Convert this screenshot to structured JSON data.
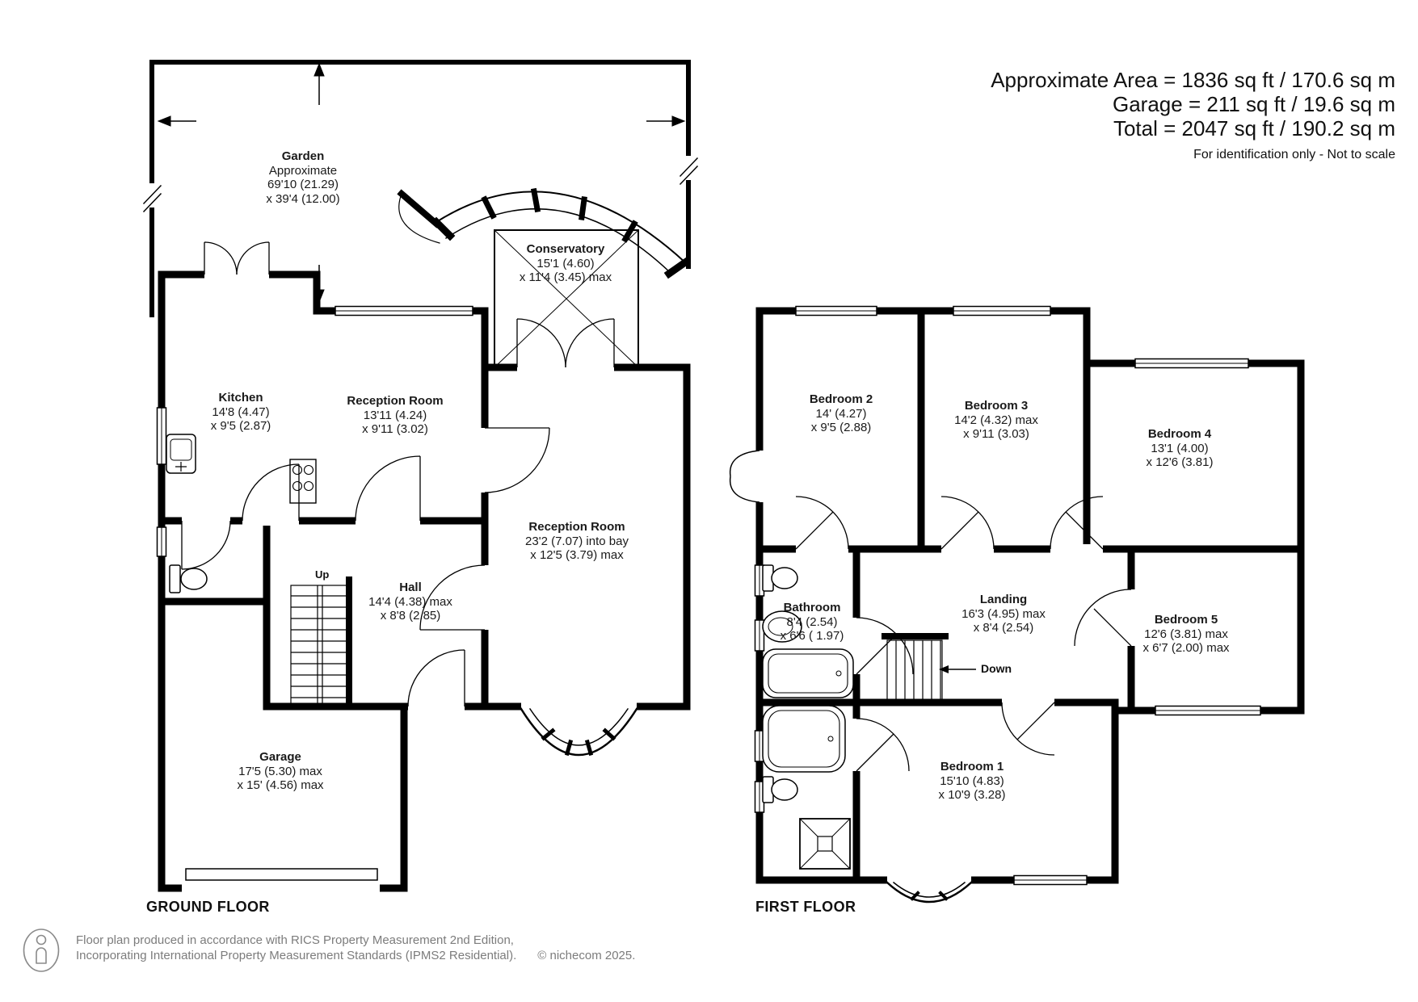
{
  "header": {
    "line1": "Approximate Area = 1836 sq ft / 170.6 sq m",
    "line2": "Garage = 211 sq ft / 19.6 sq m",
    "line3": "Total = 2047 sq ft / 190.2 sq m",
    "note": "For identification only - Not to scale"
  },
  "floors": {
    "ground_label": "GROUND FLOOR",
    "first_label": "FIRST FLOOR"
  },
  "rooms": {
    "garden": {
      "name": "Garden",
      "l1": "Approximate",
      "l2": "69'10 (21.29)",
      "l3": "x 39'4 (12.00)"
    },
    "conservatory": {
      "name": "Conservatory",
      "l1": "15'1 (4.60)",
      "l2": "x 11'4 (3.45) max"
    },
    "kitchen": {
      "name": "Kitchen",
      "l1": "14'8 (4.47)",
      "l2": "x 9'5 (2.87)"
    },
    "reception1": {
      "name": "Reception Room",
      "l1": "13'11 (4.24)",
      "l2": "x 9'11 (3.02)"
    },
    "reception2": {
      "name": "Reception Room",
      "l1": "23'2 (7.07) into bay",
      "l2": "x 12'5 (3.79) max"
    },
    "hall": {
      "name": "Hall",
      "l1": "14'4 (4.38) max",
      "l2": "x 8'8 (2.85)"
    },
    "garage": {
      "name": "Garage",
      "l1": "17'5 (5.30) max",
      "l2": "x 15' (4.56) max"
    },
    "bedroom1": {
      "name": "Bedroom 1",
      "l1": "15'10 (4.83)",
      "l2": "x 10'9 (3.28)"
    },
    "bedroom2": {
      "name": "Bedroom 2",
      "l1": "14' (4.27)",
      "l2": "x 9'5 (2.88)"
    },
    "bedroom3": {
      "name": "Bedroom 3",
      "l1": "14'2 (4.32) max",
      "l2": "x 9'11 (3.03)"
    },
    "bedroom4": {
      "name": "Bedroom 4",
      "l1": "13'1 (4.00)",
      "l2": "x 12'6 (3.81)"
    },
    "bedroom5": {
      "name": "Bedroom 5",
      "l1": "12'6 (3.81) max",
      "l2": "x 6'7 (2.00) max"
    },
    "bathroom": {
      "name": "Bathroom",
      "l1": "8'4 (2.54)",
      "l2": "x 6'6 ( 1.97)"
    },
    "landing": {
      "name": "Landing",
      "l1": "16'3 (4.95) max",
      "l2": "x 8'4 (2.54)"
    }
  },
  "annotations": {
    "up": "Up",
    "down": "Down"
  },
  "footer": {
    "line1": "Floor plan produced in accordance with RICS Property Measurement 2nd Edition,",
    "line2": "Incorporating International Property Measurement Standards (IPMS2 Residential).",
    "copyright": "© nichecom 2025."
  },
  "colors": {
    "wall": "#000000",
    "text": "#111111",
    "footer_text": "#7c7c7c"
  }
}
